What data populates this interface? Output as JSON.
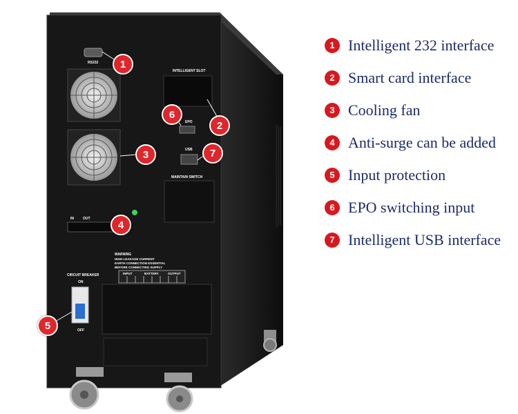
{
  "device_labels": {
    "rs232": "RS232",
    "intelligent_slot": "INTELLIGENT SLOT",
    "epo": "EPO",
    "usb": "USB",
    "maintain_switch": "MAINTAIN SWITCH",
    "in": "IN",
    "out": "OUT",
    "circuit_breaker": "CIRCUIT BREAKER",
    "on": "ON",
    "off": "OFF",
    "warning_title": "WARNING",
    "warning_line1": "HIGH LEAKAGE CURRENT",
    "warning_line2": "EARTH CONNECTION ESSENTIAL",
    "warning_line3": "BEFORE CONNECTING SUPPLY",
    "terminal_input": "INPUT",
    "terminal_battery": "BATTERY",
    "terminal_output": "OUTPUT"
  },
  "legend": [
    {
      "num": "1",
      "text": "Intelligent 232 interface"
    },
    {
      "num": "2",
      "text": "Smart card interface"
    },
    {
      "num": "3",
      "text": "Cooling fan"
    },
    {
      "num": "4",
      "text": "Anti-surge can be added"
    },
    {
      "num": "5",
      "text": "Input protection"
    },
    {
      "num": "6",
      "text": "EPO switching input"
    },
    {
      "num": "7",
      "text": "Intelligent USB interface"
    }
  ],
  "colors": {
    "badge": "#d7191f",
    "legend_text": "#1c2b6b",
    "cabinet": "#151515"
  }
}
